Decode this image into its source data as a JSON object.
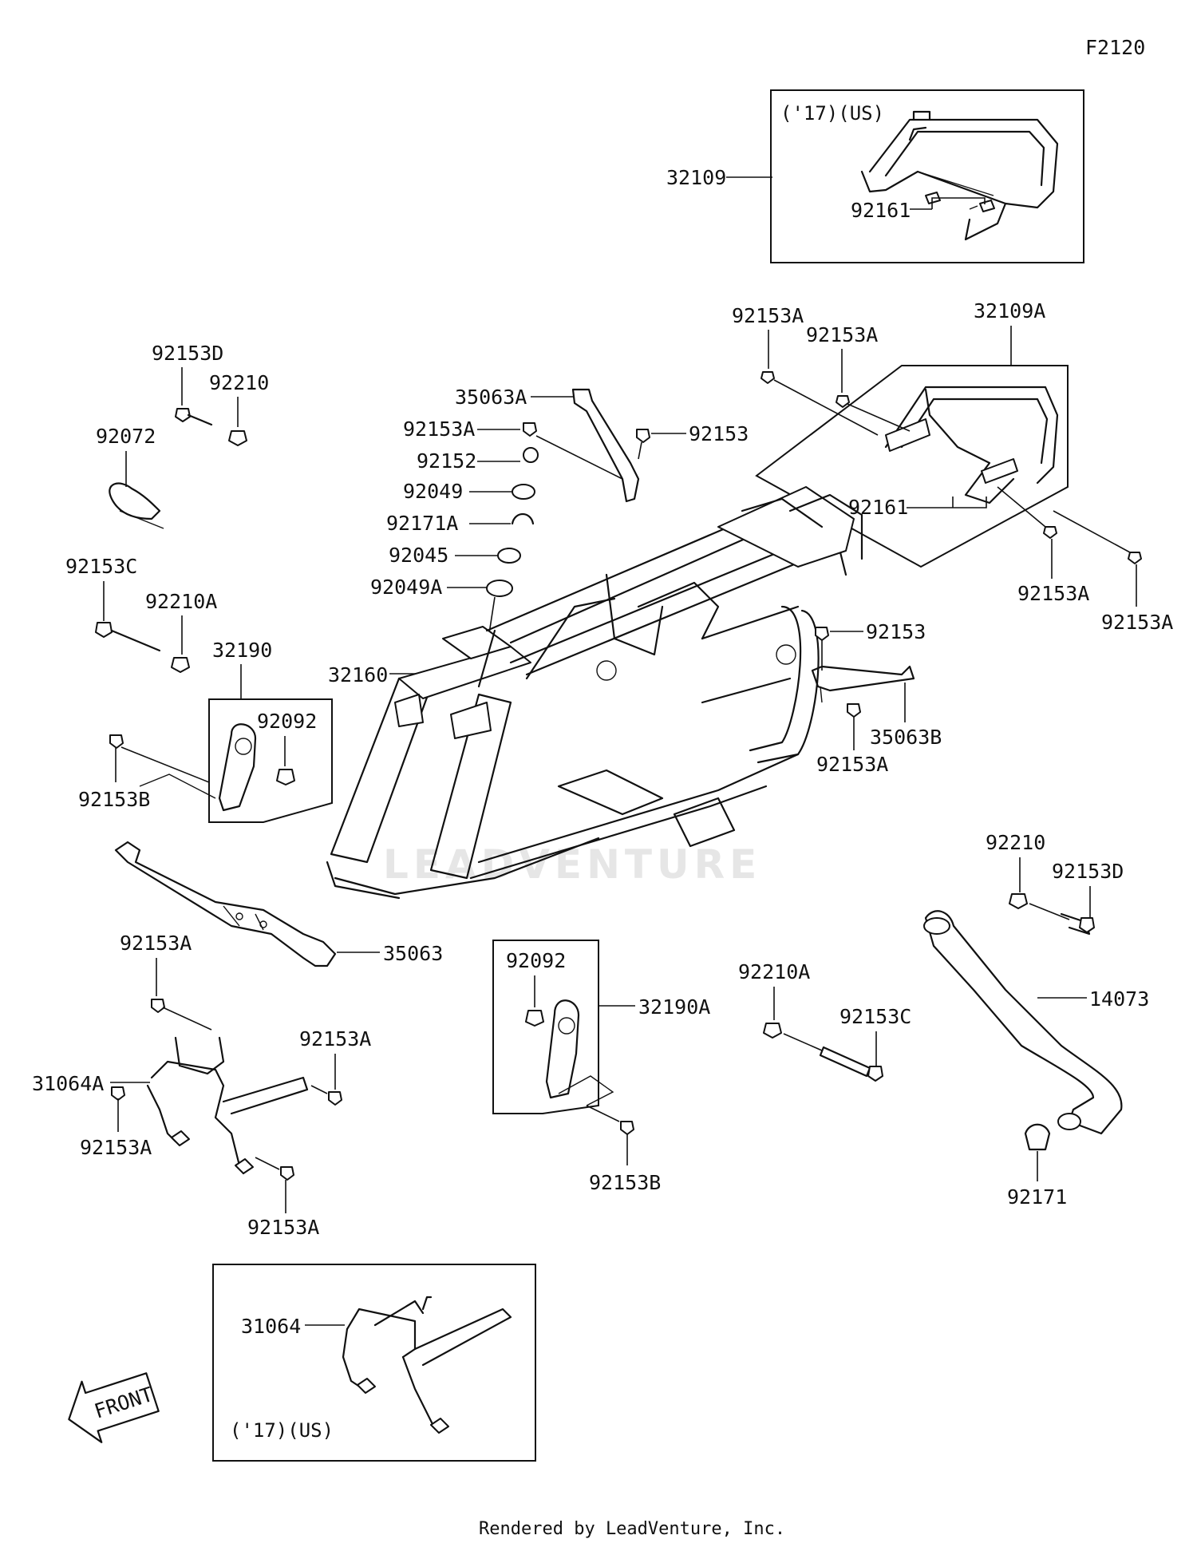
{
  "figure_code": "F2120",
  "watermark": "LEADVENTURE",
  "footer": "Rendered by LeadVenture, Inc.",
  "front_label": "FRONT",
  "variant_note": "('17)(US)",
  "labels": {
    "p32109": "32109",
    "p92161_top": "92161",
    "p32109A": "32109A",
    "p92153A_t1": "92153A",
    "p92153A_t2": "92153A",
    "p92161_r": "92161",
    "p92153A_r1": "92153A",
    "p92153A_r2": "92153A",
    "p92153D_l": "92153D",
    "p92210_l": "92210",
    "p92072": "92072",
    "p92153C_l": "92153C",
    "p92210A_l": "92210A",
    "p32190": "32190",
    "p92092_l": "92092",
    "p92153B_l": "92153B",
    "p35063A": "35063A",
    "p92153A_c": "92153A",
    "p92153_c": "92153",
    "p92152": "92152",
    "p92049": "92049",
    "p92171A": "92171A",
    "p92045": "92045",
    "p92049A": "92049A",
    "p32160": "32160",
    "p92153_r": "92153",
    "p35063B": "35063B",
    "p92153A_m": "92153A",
    "p35063": "35063",
    "p92210_br": "92210",
    "p92153D_br": "92153D",
    "p14073": "14073",
    "p92171": "92171",
    "p92210A_b": "92210A",
    "p92153C_b": "92153C",
    "p92092_b": "92092",
    "p32190A": "32190A",
    "p92153B_b": "92153B",
    "p92153A_bl1": "92153A",
    "p31064A": "31064A",
    "p92153A_bl2": "92153A",
    "p92153A_bl3": "92153A",
    "p92153A_bl4": "92153A",
    "p31064": "31064"
  }
}
